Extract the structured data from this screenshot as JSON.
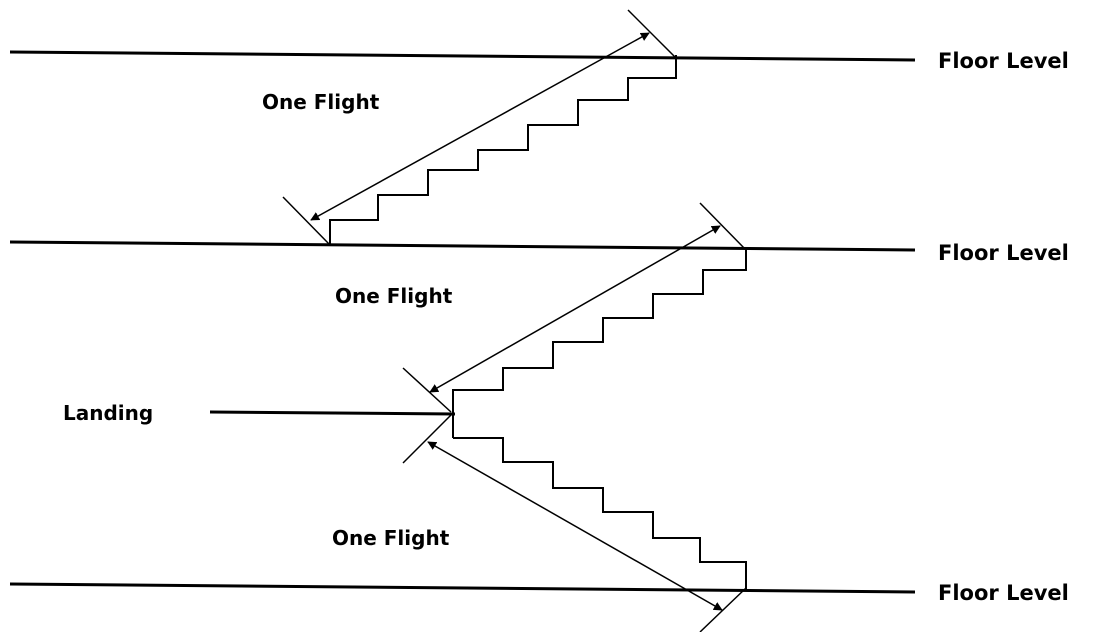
{
  "labels": {
    "floor_top": "Floor Level",
    "floor_middle": "Floor Level",
    "floor_bottom": "Floor Level",
    "flight_top": "One Flight",
    "flight_middle": "One Flight",
    "flight_bottom": "One Flight",
    "landing": "Landing"
  },
  "colors": {
    "ink": "#000000",
    "background": "#ffffff"
  }
}
